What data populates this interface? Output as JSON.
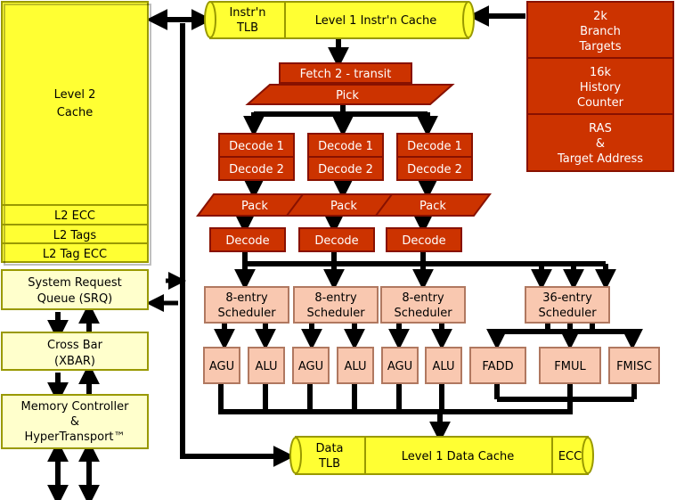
{
  "colors": {
    "yellow": "#ffff33",
    "yellow_dark": "#999900",
    "red": "#cc3300",
    "red_dark": "#881100",
    "pink": "#f9c8b0",
    "pink_dark": "#b07860",
    "cream": "#ffffcc",
    "bus": "#000000"
  },
  "l2": {
    "title_line1": "Level 2",
    "title_line2": "Cache",
    "ecc": "L2 ECC",
    "tags": "L2 Tags",
    "tag_ecc": "L2 Tag ECC"
  },
  "srq": {
    "line1": "System Request",
    "line2": "Queue (SRQ)"
  },
  "xbar": {
    "line1": "Cross Bar",
    "line2": "(XBAR)"
  },
  "memctl": {
    "line1": "Memory Controller",
    "line2": "&",
    "line3": "HyperTransport™"
  },
  "itlb": {
    "line1": "Instr'n",
    "line2": "TLB"
  },
  "l1i": {
    "label": "Level 1 Instr'n Cache"
  },
  "branch": {
    "targets_line1": "2k",
    "targets_line2": "Branch",
    "targets_line3": "Targets",
    "history_line1": "16k",
    "history_line2": "History",
    "history_line3": "Counter",
    "ras_line1": "RAS",
    "ras_line2": "&",
    "ras_line3": "Target Address"
  },
  "fetch": {
    "fetch2": "Fetch 2 - transit",
    "pick": "Pick"
  },
  "decode": {
    "d1": "Decode 1",
    "d2": "Decode 2",
    "pack": "Pack",
    "decode": "Decode"
  },
  "schedulers": {
    "int_line1": "8-entry",
    "int_line2": "Scheduler",
    "fp_line1": "36-entry",
    "fp_line2": "Scheduler"
  },
  "units": {
    "agu": "AGU",
    "alu": "ALU",
    "fadd": "FADD",
    "fmul": "FMUL",
    "fmisc": "FMISC"
  },
  "dcache": {
    "tlb_line1": "Data",
    "tlb_line2": "TLB",
    "label": "Level 1 Data Cache",
    "ecc": "ECC"
  }
}
